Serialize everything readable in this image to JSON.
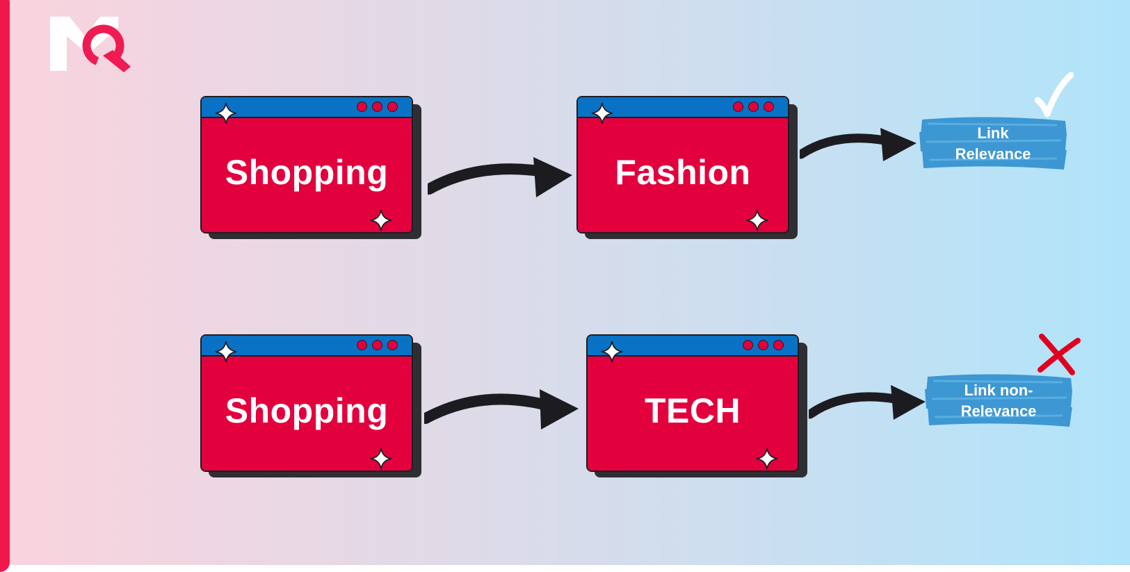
{
  "colors": {
    "background_left": "#fad3dd",
    "background_right": "#b0e4fa",
    "side_bar": "#f0184a",
    "window_body": "#e2003d",
    "window_titlebar": "#0a72c4",
    "window_dot": "#e2003d",
    "window_outline": "#1d1d22",
    "window_shadow": "#2e2e33",
    "arrow": "#1c1c20",
    "badge": "#3d97d3",
    "check_mark": "#ffffff",
    "cross_mark": "#e0001f",
    "logo_white": "#ffffff",
    "logo_accent": "#ee1c52"
  },
  "logo": {
    "icon": "mk-logo-icon"
  },
  "rows": [
    {
      "source": {
        "label": "Shopping"
      },
      "target": {
        "label": "Fashion"
      },
      "result": {
        "label": "Link\nRelevance",
        "mark_icon": "check-mark-icon"
      }
    },
    {
      "source": {
        "label": "Shopping"
      },
      "target": {
        "label": "TECH"
      },
      "result": {
        "label": "Link non-\nRelevance",
        "mark_icon": "cross-mark-icon"
      }
    }
  ]
}
